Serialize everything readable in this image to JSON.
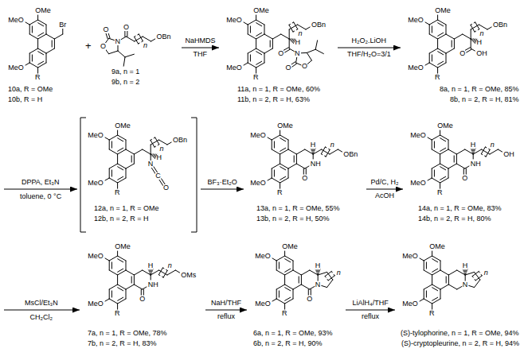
{
  "diagram": {
    "nodes": [
      {
        "text": [
          "OMe",
          "MeO",
          "MeO",
          "R",
          "Br",
          "10a, R = OMe",
          "10b, R = H"
        ]
      },
      {
        "text": [
          "O",
          "N",
          "O",
          "O",
          "n",
          "OBn",
          "9a, n = 1",
          "9b, n = 2"
        ]
      },
      {
        "text": [
          "OMe",
          "MeO",
          "MeO",
          "R",
          "H",
          "n",
          "OBn",
          "O",
          "N",
          "O",
          "O",
          "11a, n = 1, R = OMe, 60%",
          "11b, n = 2, R = H, 63%"
        ]
      },
      {
        "text": [
          "OMe",
          "MeO",
          "MeO",
          "R",
          "H",
          "n",
          "OBn",
          "O",
          "OH",
          "8a, n = 1, R = OMe, 85%",
          "8b, n = 2, R = H, 81%"
        ]
      },
      {
        "text": [
          "OMe",
          "MeO",
          "MeO",
          "R",
          "H",
          "n",
          "OBn",
          "N",
          "C",
          "O",
          "12a, n = 1, R = OMe",
          "12b, n = 2, R = H"
        ]
      },
      {
        "text": [
          "OMe",
          "MeO",
          "MeO",
          "R",
          "H",
          "n",
          "OBn",
          "NH",
          "O",
          "13a, n = 1, R = OMe, 55%",
          "13b, n = 2, R = H, 50%"
        ]
      },
      {
        "text": [
          "OMe",
          "MeO",
          "MeO",
          "R",
          "H",
          "n",
          "OH",
          "NH",
          "O",
          "14a, n = 1, R = OMe, 83%",
          "14b, n = 2, R = H, 80%"
        ]
      },
      {
        "text": [
          "OMe",
          "MeO",
          "MeO",
          "R",
          "H",
          "n",
          "OMs",
          "NH",
          "O",
          "7a, n = 1, R = OMe, 78%",
          "7b, n = 2, R = H, 83%"
        ]
      },
      {
        "text": [
          "OMe",
          "MeO",
          "MeO",
          "R",
          "H",
          "N",
          "O",
          "n",
          "6a, n = 1, R = OMe, 93%",
          "6b, n = 2, R = H, 90%"
        ]
      },
      {
        "text": [
          "OMe",
          "MeO",
          "MeO",
          "R",
          "H",
          "N",
          "n",
          "(S)-tylophorine, n = 1, R = OMe, 94%",
          "(S)-cryptopleurine, n = 2, R = H, 94%"
        ]
      }
    ],
    "edges": [
      {
        "from": 1,
        "to": 2,
        "arrow": "to",
        "label": "NaHMDS"
      },
      {
        "from": 2,
        "to": 3,
        "arrow": "to",
        "label": "H₂O₂.LiOH"
      },
      {
        "from": 4,
        "to": 5,
        "arrow": "to",
        "label": "BF₃·Et₂O"
      },
      {
        "from": 5,
        "to": 6,
        "arrow": "to",
        "label": "Pd/C, H₂"
      },
      {
        "from": 7,
        "to": 8,
        "arrow": "to",
        "label": "NaH/THF"
      },
      {
        "from": 8,
        "to": 9,
        "arrow": "to",
        "label": "LiAlH₄/THF"
      }
    ],
    "labels": [
      "+",
      "THF",
      "THF/H₂O=3/1",
      "DPPA, Et₃N",
      "toluene, 0 °C",
      "AcOH",
      "MsCl/Et₃N",
      "CH₂Cl₂",
      "reflux",
      "reflux"
    ]
  }
}
